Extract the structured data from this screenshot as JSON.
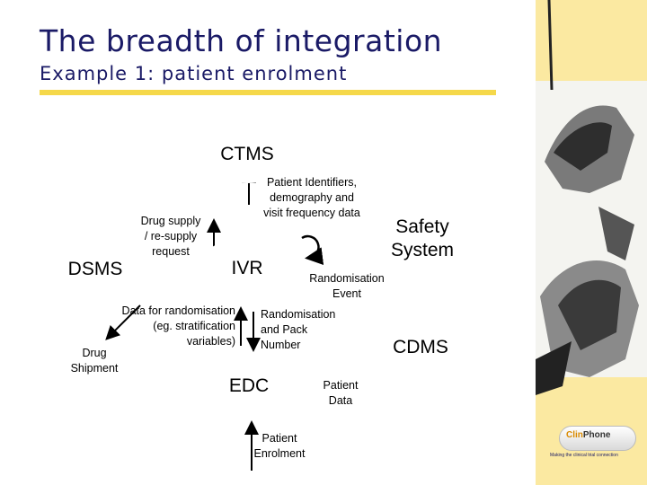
{
  "slide": {
    "title": "The breadth of integration",
    "subtitle": "Example 1:  patient enrolment"
  },
  "diagram": {
    "nodes": {
      "ctms": "CTMS",
      "dsms": "DSMS",
      "ivr": "IVR",
      "safety_line1": "Safety",
      "safety_line2": "System",
      "cdms": "CDMS",
      "edc": "EDC"
    },
    "labels": {
      "patient_identifiers": [
        "Patient Identifiers,",
        "demography and",
        "visit frequency data"
      ],
      "drug_supply": [
        "Drug supply",
        "/ re-supply",
        "request"
      ],
      "randomisation_event": [
        "Randomisation",
        "Event"
      ],
      "data_for_randomisation": [
        "Data for randomisation",
        "(eg. stratification",
        "variables)"
      ],
      "drug_shipment": [
        "Drug",
        "Shipment"
      ],
      "randomisation_pack": [
        "Randomisation",
        "and Pack",
        "Number"
      ],
      "patient_data": [
        "Patient",
        "Data"
      ],
      "patient_enrolment": [
        "Patient",
        "Enrolment"
      ]
    }
  },
  "branding": {
    "logo_prefix": "Clin",
    "logo_suffix": "Phone",
    "tagline": "Making the clinical trial connection"
  }
}
